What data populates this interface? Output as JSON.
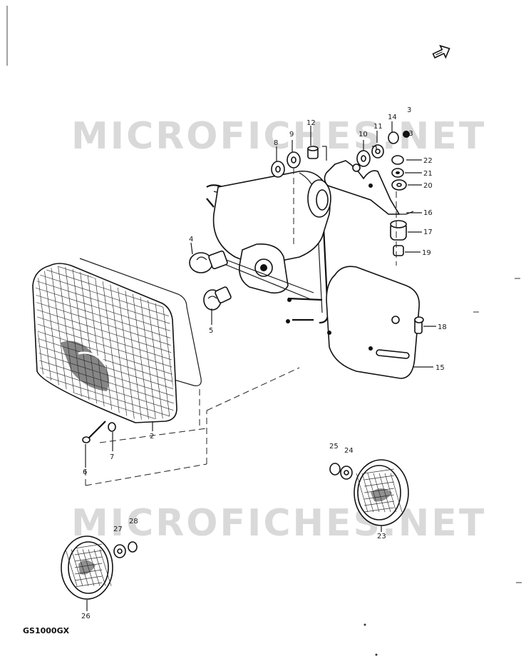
{
  "model": "GS1000GX",
  "watermark": "MICROFICHES.NET",
  "watermark_lower": "MICROFICHES.NET",
  "part_numbers": [
    "2",
    "3",
    "4",
    "5",
    "6",
    "7",
    "8",
    "9",
    "10",
    "11",
    "12",
    "13",
    "14",
    "15",
    "16",
    "17",
    "18",
    "19",
    "20",
    "21",
    "22",
    "23",
    "24",
    "25",
    "26",
    "27",
    "28"
  ]
}
